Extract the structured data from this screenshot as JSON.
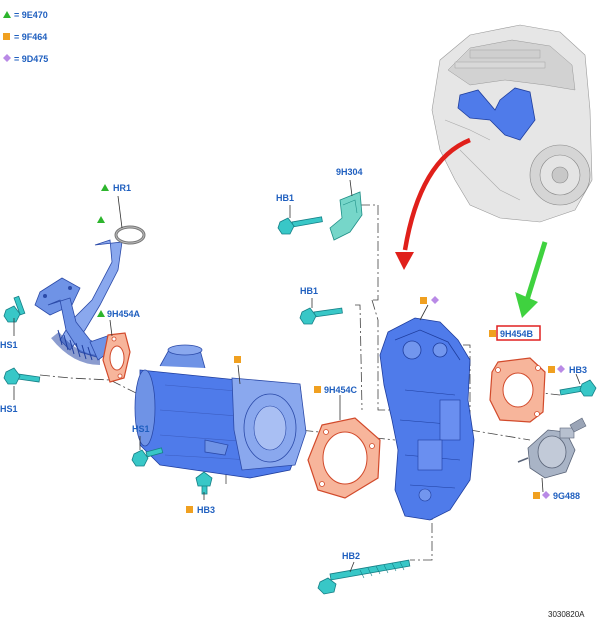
{
  "legend": [
    {
      "symbol": "triangle",
      "color": "#2db52d",
      "code": "= 9E470"
    },
    {
      "symbol": "square",
      "color": "#f0a020",
      "code": "= 9F464"
    },
    {
      "symbol": "diamond",
      "color": "#b98ae6",
      "code": "= 9D475"
    }
  ],
  "labels": {
    "hr1": "HR1",
    "h9h304": "9H304",
    "hb1_top": "HB1",
    "hb1_mid": "HB1",
    "hs1_left_top": "HS1",
    "hs1_left_bottom": "HS1",
    "h9h454a": "9H454A",
    "hs1_center": "HS1",
    "hb3_bottom": "HB3",
    "h9h454c": "9H454C",
    "h9h454b": "9H454B",
    "hb3_right": "HB3",
    "h9g488": "9G488",
    "hb2": "HB2"
  },
  "figure_number": "3030820A",
  "colors": {
    "part_blue": "#6f93e6",
    "gasket": "#f7b59b",
    "bolt": "#38c7c7",
    "highlight_box": "#e02020",
    "arrow_red": "#e0201b",
    "arrow_green": "#3fd23f"
  }
}
